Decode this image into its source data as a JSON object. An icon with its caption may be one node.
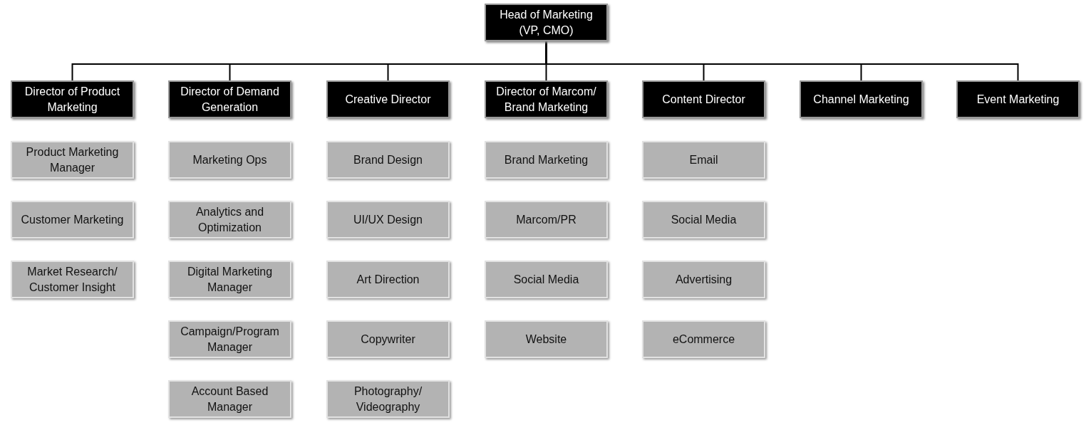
{
  "diagram": {
    "nodes": [
      {
        "text": [
          "Head of Marketing (VP, CMO)"
        ]
      },
      {
        "text": [
          "Director of Product Marketing"
        ]
      },
      {
        "text": [
          "Director of Demand Generation"
        ]
      },
      {
        "text": [
          "Creative Director"
        ]
      },
      {
        "text": [
          "Director of Marcom/ Brand Marketing"
        ]
      },
      {
        "text": [
          "Content Director"
        ]
      },
      {
        "text": [
          "Channel Marketing"
        ]
      },
      {
        "text": [
          "Event Marketing"
        ]
      },
      {
        "text": [
          "Product Marketing Manager"
        ]
      },
      {
        "text": [
          "Customer Marketing"
        ]
      },
      {
        "text": [
          "Market Research/ Customer Insight"
        ]
      },
      {
        "text": [
          "Marketing Ops"
        ]
      },
      {
        "text": [
          "Analytics and Optimization"
        ]
      },
      {
        "text": [
          "Digital Marketing Manager"
        ]
      },
      {
        "text": [
          "Campaign/Program Manager"
        ]
      },
      {
        "text": [
          "Account Based Manager"
        ]
      },
      {
        "text": [
          "Brand Design"
        ]
      },
      {
        "text": [
          "UI/UX Design"
        ]
      },
      {
        "text": [
          "Art Direction"
        ]
      },
      {
        "text": [
          "Copywriter"
        ]
      },
      {
        "text": [
          "Photography/ Videography"
        ]
      },
      {
        "text": [
          "Brand Marketing"
        ]
      },
      {
        "text": [
          "Marcom/PR"
        ]
      },
      {
        "text": [
          "Social Media"
        ]
      },
      {
        "text": [
          "Website"
        ]
      },
      {
        "text": [
          "Email"
        ]
      },
      {
        "text": [
          "Social Media"
        ]
      },
      {
        "text": [
          "Advertising"
        ]
      },
      {
        "text": [
          "eCommerce"
        ]
      }
    ],
    "edges": [
      {
        "from": 0,
        "to": 1,
        "arrow": "none"
      },
      {
        "from": 0,
        "to": 2,
        "arrow": "none"
      },
      {
        "from": 0,
        "to": 3,
        "arrow": "none"
      },
      {
        "from": 0,
        "to": 4,
        "arrow": "none"
      },
      {
        "from": 0,
        "to": 5,
        "arrow": "none"
      },
      {
        "from": 0,
        "to": 6,
        "arrow": "none"
      },
      {
        "from": 0,
        "to": 7,
        "arrow": "none"
      }
    ]
  }
}
